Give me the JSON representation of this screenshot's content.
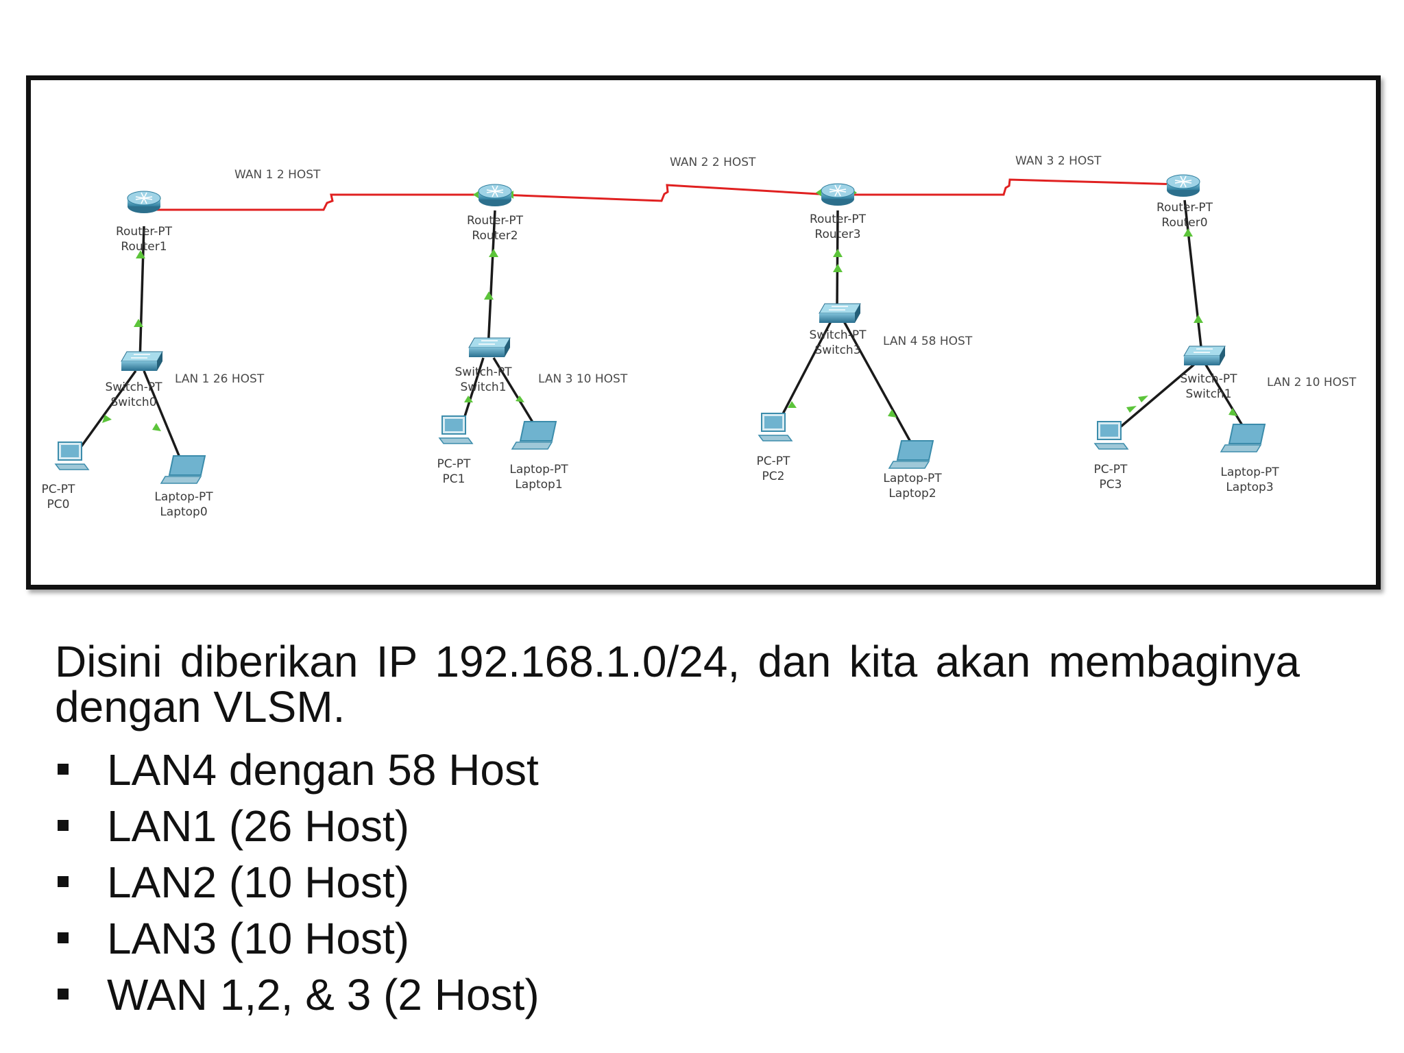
{
  "diagram": {
    "wan_labels": [
      "WAN 1 2 HOST",
      "WAN 2 2 HOST",
      "WAN 3 2 HOST"
    ],
    "lan_labels": [
      "LAN 1 26 HOST",
      "LAN 3 10 HOST",
      "LAN 4 58 HOST",
      "LAN 2 10 HOST"
    ],
    "routers": [
      {
        "type": "Router-PT",
        "name": "Router1"
      },
      {
        "type": "Router-PT",
        "name": "Router2"
      },
      {
        "type": "Router-PT",
        "name": "Router3"
      },
      {
        "type": "Router-PT",
        "name": "Router0"
      }
    ],
    "switches": [
      {
        "type": "Switch-PT",
        "name": "Switch0"
      },
      {
        "type": "Switch-PT",
        "name": "Switch1"
      },
      {
        "type": "Switch-PT",
        "name": "Switch3"
      },
      {
        "type": "Switch-PT",
        "name": "Switch1"
      }
    ],
    "pcs": [
      {
        "type": "PC-PT",
        "name": "PC0"
      },
      {
        "type": "PC-PT",
        "name": "PC1"
      },
      {
        "type": "PC-PT",
        "name": "PC2"
      },
      {
        "type": "PC-PT",
        "name": "PC3"
      }
    ],
    "laptops": [
      {
        "type": "Laptop-PT",
        "name": "Laptop0"
      },
      {
        "type": "Laptop-PT",
        "name": "Laptop1"
      },
      {
        "type": "Laptop-PT",
        "name": "Laptop2"
      },
      {
        "type": "Laptop-PT",
        "name": "Laptop3"
      }
    ],
    "colors": {
      "wan_link": "#e02020",
      "lan_link": "#1a1a1a",
      "link_indicator": "#5cc43a",
      "device": "#3b8cab"
    }
  },
  "text": {
    "intro": "Disini diberikan IP 192.168.1.0/24, dan kita akan membaginya dengan VLSM.",
    "bullets": [
      "LAN4 dengan 58 Host",
      "LAN1 (26 Host)",
      "LAN2 (10 Host)",
      "LAN3 (10 Host)",
      "WAN 1,2, & 3 (2 Host)"
    ]
  }
}
